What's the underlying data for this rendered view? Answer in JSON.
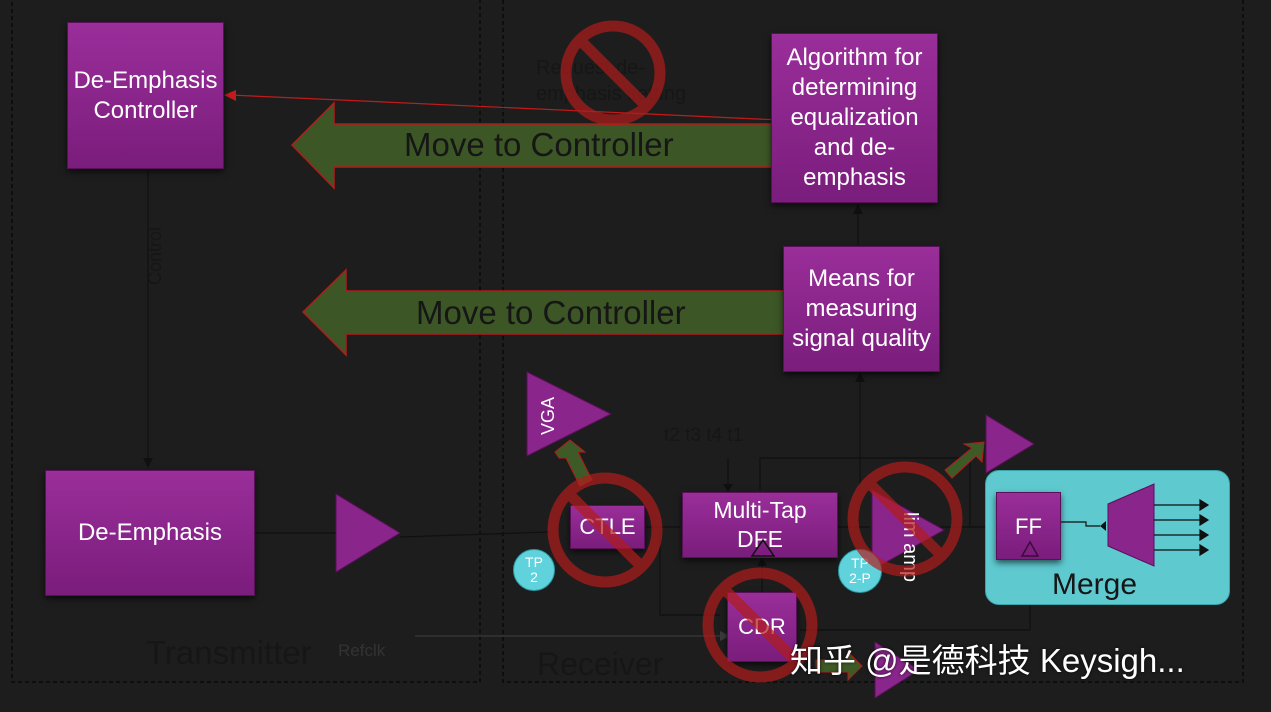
{
  "blocks": {
    "de_emphasis_controller": "De-Emphasis Controller",
    "de_emphasis": "De-Emphasis",
    "algorithm": "Algorithm for determining equalization and de-emphasis",
    "means_measuring": "Means for measuring signal quality",
    "multi_tap_dfe": "Multi-Tap DFE",
    "ctle": "CTLE",
    "cdr": "CDR",
    "ff": "FF",
    "vga": "VGA",
    "lim_amp": "lim amp"
  },
  "arrows": {
    "move_top": "Move to Controller",
    "move_bottom": "Move to Controller"
  },
  "labels": {
    "request": "Request de-emphasis setting",
    "control": "Control",
    "taps": "t2 t3 t4 t1",
    "tp2": "TP 2",
    "tp2p": "TP 2-P",
    "merge": "Merge",
    "transmitter": "Transmitter",
    "receiver": "Receiver",
    "refclk": "Refclk"
  },
  "watermark": "知乎 @是德科技 Keysigh...",
  "colors": {
    "background": "#1d1d1d",
    "block_purple": "#8a258b",
    "merge_teal": "#5ec9cf",
    "move_arrow_green": "#3e5a26",
    "prohibit_red": "#b21c1c",
    "tp_cyan": "#5fd2dc"
  }
}
